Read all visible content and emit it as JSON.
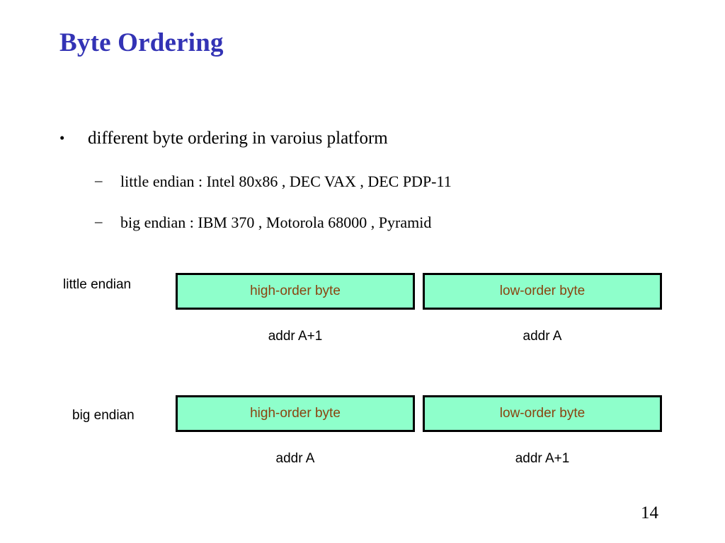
{
  "slide": {
    "title": "Byte Ordering",
    "page_number": "14",
    "title_color": "#3333b5"
  },
  "bullets": {
    "level1": {
      "marker": "•",
      "text": "different byte ordering in varoius platform"
    },
    "level2": [
      {
        "marker": "–",
        "text": "little endian : Intel 80x86 , DEC VAX , DEC PDP-11"
      },
      {
        "marker": "–",
        "text": "big endian   : IBM 370 , Motorola 68000 , Pyramid"
      }
    ]
  },
  "diagram": {
    "box_fill_color": "#8effcb",
    "box_border_color": "#000000",
    "box_text_color": "#8a4410",
    "rows": [
      {
        "label": "little endian",
        "left_box": "high-order byte",
        "right_box": "low-order byte",
        "left_addr": "addr A+1",
        "right_addr": "addr A"
      },
      {
        "label": "big endian",
        "left_box": "high-order byte",
        "right_box": "low-order byte",
        "left_addr": "addr A",
        "right_addr": "addr A+1"
      }
    ]
  }
}
